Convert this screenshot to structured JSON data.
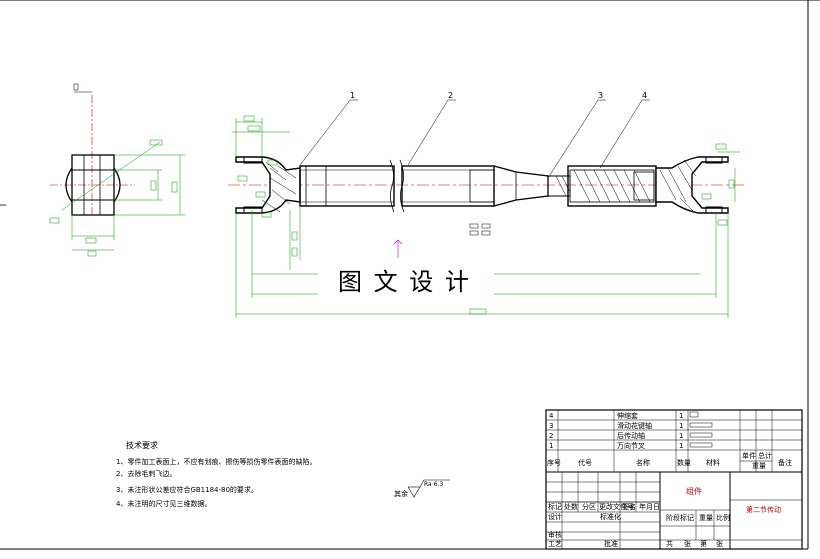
{
  "watermark": "图 文 设 计",
  "part_labels": [
    "1",
    "2",
    "3",
    "4"
  ],
  "tech_requirements": {
    "title": "技术要求",
    "items": [
      "1、零件加工表面上，不应有划痕、擦伤等损伤零件表面的缺陷。",
      "2、去除毛刺飞边。",
      "3、未注形状公差应符合GB1184-80的要求。",
      "4、未注明的尺寸见三维数据。"
    ]
  },
  "roughness": {
    "prefix": "其余",
    "value": "Ra 6.3"
  },
  "title_block": {
    "bom_header": {
      "index": "序号",
      "code": "代号",
      "name": "名称",
      "qty": "数量",
      "material": "材料",
      "single": "单件",
      "total": "总计",
      "weight": "重量",
      "remark": "备注"
    },
    "bom_rows": [
      {
        "index": "4",
        "name": "伸缩套",
        "qty": "1"
      },
      {
        "index": "3",
        "name": "滑动花键轴",
        "qty": "1"
      },
      {
        "index": "2",
        "name": "后传动轴",
        "qty": "1"
      },
      {
        "index": "1",
        "name": "万向节叉",
        "qty": "1"
      }
    ],
    "red_title": "组件",
    "right_title": "第二节传动",
    "sign_labels": [
      "标记",
      "处数",
      "分区",
      "更改文件号",
      "签名",
      "年月日"
    ],
    "row_labels": [
      "设计",
      "审核",
      "工艺"
    ],
    "std_label": "标准化",
    "approve_label": "批准",
    "stage_label": "阶段标记",
    "weight_label": "重量",
    "scale_label": "比例",
    "sheet_labels": [
      "共",
      "张",
      "第",
      "张"
    ]
  }
}
